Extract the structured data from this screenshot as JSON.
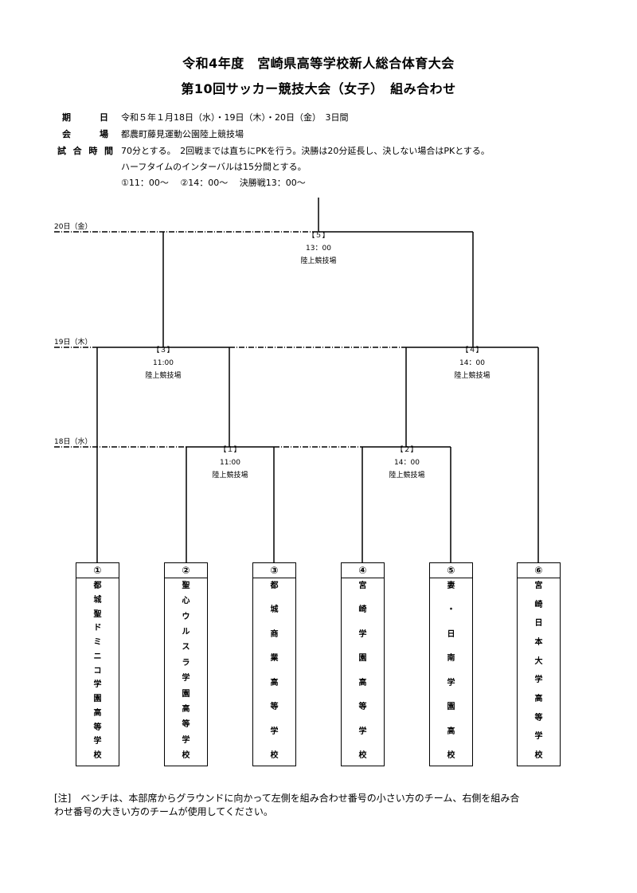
{
  "title_line1": "令和4年度　宮崎県高等学校新人総合体育大会",
  "title_line2": "第10回サッカー競技大会（女子）　組み合わせ",
  "info": {
    "date_label": "期　日",
    "date_value": "令和５年１月18日（水）・19日（木）・20日（金）　3日間",
    "venue_label": "会　場",
    "venue_value": "都農町藤見運動公園陸上競技場",
    "time_label": "試合時間",
    "time_value_1": "70分とする。　2回戦までは直ちにPKを行う。決勝は20分延長し、決しない場合はPKとする。",
    "time_value_2": "ハーフタイムのインターバルは15分間とする。",
    "time_value_3": "①11：00～　 ②14：00～　 決勝戦13：00～"
  },
  "days": {
    "day3": "20日（金）",
    "day2": "19日（木）",
    "day1": "18日（水）"
  },
  "matches": {
    "m5": {
      "num": "【５】",
      "time": "13：00",
      "venue": "陸上競技場"
    },
    "m3": {
      "num": "【３】",
      "time": "11:00",
      "venue": "陸上競技場"
    },
    "m4": {
      "num": "【４】",
      "time": "14：00",
      "venue": "陸上競技場"
    },
    "m1": {
      "num": "【１】",
      "time": "11:00",
      "venue": "陸上競技場"
    },
    "m2": {
      "num": "【２】",
      "time": "14：00",
      "venue": "陸上競技場"
    }
  },
  "teams": [
    {
      "num": "①",
      "name": [
        "都",
        "城",
        "聖",
        "ド",
        "ミ",
        "ニ",
        "コ",
        "学",
        "園",
        "高",
        "等",
        "学",
        "校"
      ]
    },
    {
      "num": "②",
      "name": [
        "聖",
        "心",
        "ウ",
        "ル",
        "ス",
        "ラ",
        "学",
        "園",
        "高",
        "等",
        "学",
        "校"
      ]
    },
    {
      "num": "③",
      "name": [
        "都",
        "城",
        "商",
        "業",
        "高",
        "等",
        "学",
        "校"
      ]
    },
    {
      "num": "④",
      "name": [
        "宮",
        "崎",
        "学",
        "園",
        "高",
        "等",
        "学",
        "校"
      ]
    },
    {
      "num": "⑤",
      "name": [
        "妻",
        "・",
        "日",
        "南",
        "学",
        "園",
        "高",
        "校"
      ]
    },
    {
      "num": "⑥",
      "name": [
        "宮",
        "崎",
        "日",
        "本",
        "大",
        "学",
        "高",
        "等",
        "学",
        "校"
      ]
    }
  ],
  "note_line1": "[注]　ベンチは、本部席からグラウンドに向かって左側を組み合わせ番号の小さい方のチーム、右側を組み合",
  "note_line2": "わせ番号の大きい方のチームが使用してください。"
}
